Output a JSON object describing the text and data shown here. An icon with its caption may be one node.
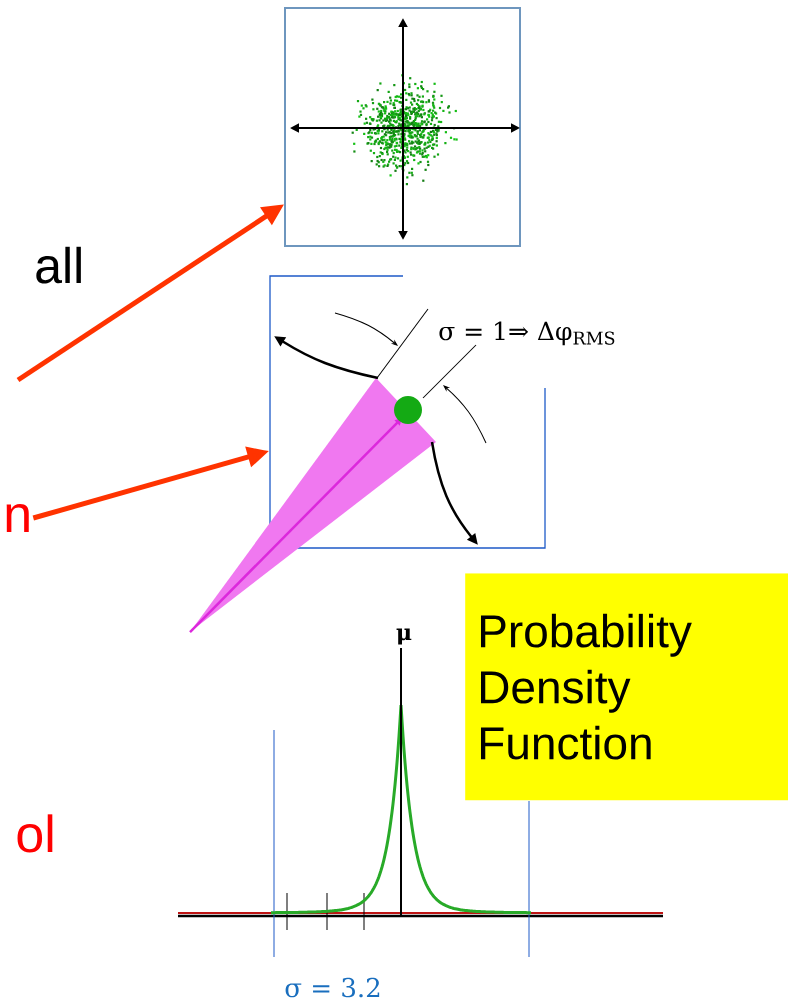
{
  "diagram": {
    "nodes": [
      {
        "text": [],
        "shape": "picture"
      },
      {
        "text": [],
        "shape": "picture"
      },
      {
        "text": [
          "Probability Density Function"
        ]
      },
      {
        "text": [
          "n"
        ]
      }
    ],
    "edges": [
      {
        "from": null,
        "to": 0,
        "arrow": "to",
        "color": "#ff3300"
      },
      {
        "from": 3,
        "to": 1,
        "arrow": "to",
        "color": "#ff3300"
      }
    ],
    "labels": [
      "all",
      "σ = 1⇒ Δφ$_{RMS}$",
      "μ",
      "σ = 3.2",
      "ol"
    ]
  }
}
